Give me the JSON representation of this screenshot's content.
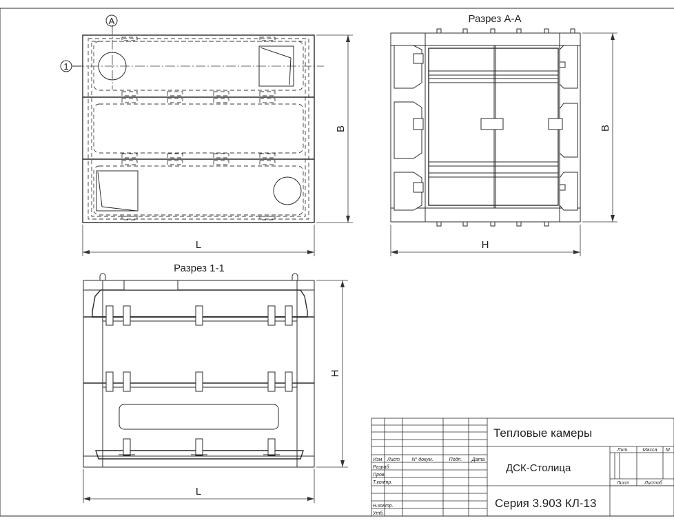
{
  "views": {
    "plan": {
      "axis_marker": "A",
      "position_marker": "1",
      "dim_width": "L",
      "dim_height": "B"
    },
    "section_aa": {
      "title": "Разрез А-А",
      "dim_width": "H",
      "dim_height": "B"
    },
    "section_11": {
      "title": "Разрез 1-1",
      "dim_width": "L",
      "dim_height": "H"
    }
  },
  "title_block": {
    "headers": [
      "Изм",
      "Лист",
      "N° докум.",
      "Подп.",
      "Дата"
    ],
    "row_labels": [
      "Разраб.",
      "Пров.",
      "Т.контр.",
      "",
      "Н.контр.",
      "Утб."
    ],
    "title": "Тепловые камеры",
    "organization": "ДСК-Столица",
    "series": "Серия 3.903 КЛ-13",
    "stage_headers": [
      "Лит.",
      "Масса",
      "М"
    ],
    "sheet_headers": [
      "Лист",
      "Листоб"
    ]
  }
}
